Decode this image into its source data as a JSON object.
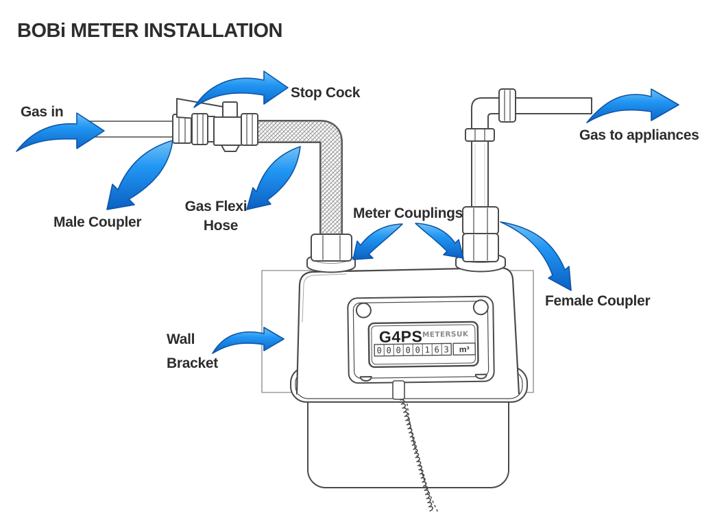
{
  "title": "BOBi METER INSTALLATION",
  "labels": {
    "gas_in": "Gas in",
    "stop_cock": "Stop Cock",
    "male_coupler": "Male Coupler",
    "gas_flexi_hose_line1": "Gas Flexi",
    "gas_flexi_hose_line2": "Hose",
    "meter_couplings": "Meter Couplings",
    "gas_to_appliances": "Gas to appliances",
    "female_coupler": "Female Coupler",
    "wall_bracket_line1": "Wall",
    "wall_bracket_line2": "Bracket"
  },
  "meter": {
    "model": "G4PS",
    "brand": "METERSUK",
    "reading": [
      "0",
      "0",
      "0",
      "0",
      "0",
      "1",
      "6",
      "3"
    ],
    "unit": "m³"
  },
  "colors": {
    "label_text": "#2d2d2d",
    "line": "#4a4a4a",
    "bracket_line": "#9d9d9d",
    "arrow_highlight": "#74c2f4",
    "arrow_mid": "#2196f3",
    "arrow_dark": "#0b60c2",
    "arrow_outline": "#0d55a8"
  }
}
